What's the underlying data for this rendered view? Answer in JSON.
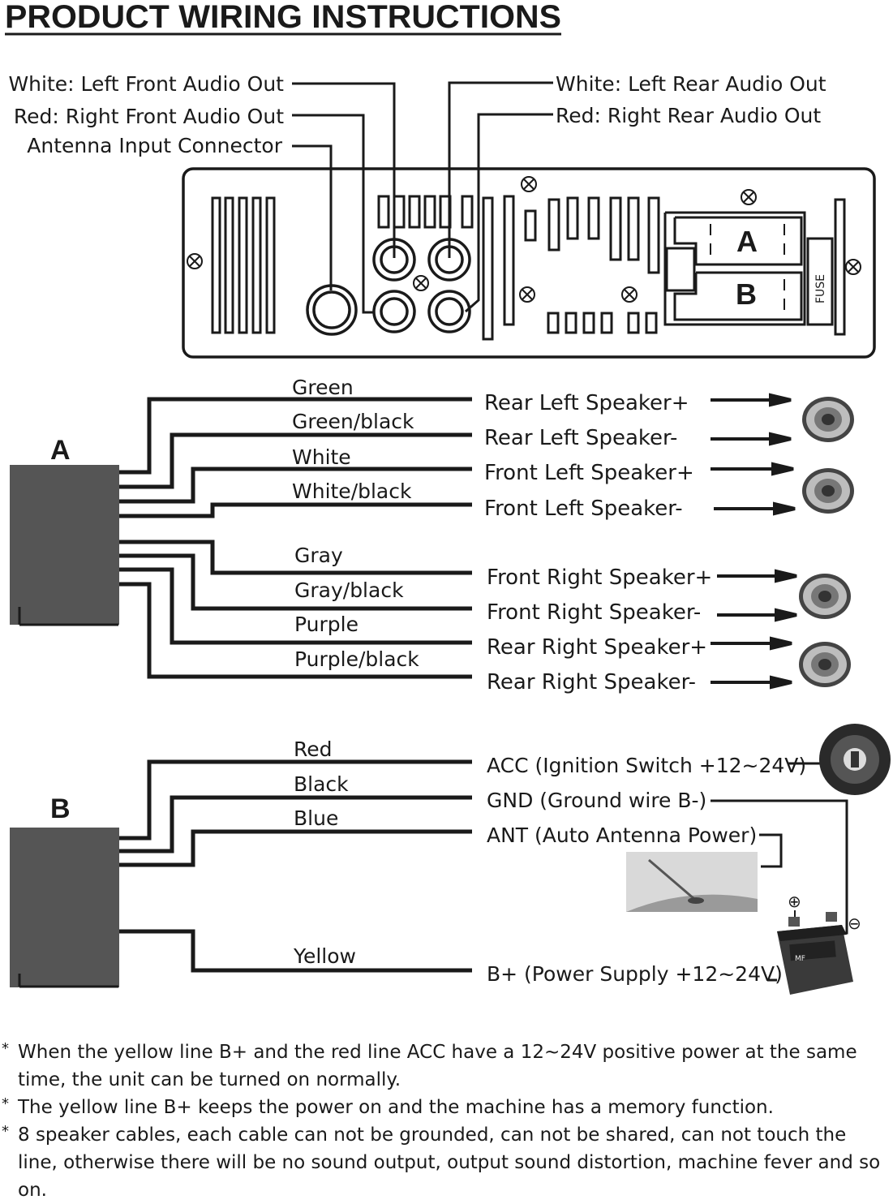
{
  "title": "PRODUCT WIRING INSTRUCTIONS",
  "rear_panel": {
    "left_callouts": [
      "White: Left Front Audio Out",
      "Red: Right Front Audio Out",
      "Antenna Input Connector"
    ],
    "right_callouts": [
      "White: Left Rear Audio Out",
      "Red: Right Rear Audio Out"
    ],
    "socket_a": "A",
    "socket_b": "B",
    "fuse": "FUSE"
  },
  "connector_a": {
    "label": "A",
    "wires": [
      {
        "color": "Green",
        "function": "Rear Left Speaker+"
      },
      {
        "color": "Green/black",
        "function": "Rear Left Speaker-"
      },
      {
        "color": "White",
        "function": "Front Left Speaker+"
      },
      {
        "color": "White/black",
        "function": "Front Left Speaker-"
      },
      {
        "color": "Gray",
        "function": "Front Right Speaker+"
      },
      {
        "color": "Gray/black",
        "function": "Front Right Speaker-"
      },
      {
        "color": "Purple",
        "function": "Rear Right Speaker+"
      },
      {
        "color": "Purple/black",
        "function": "Rear Right Speaker-"
      }
    ]
  },
  "connector_b": {
    "label": "B",
    "wires": [
      {
        "color": "Red",
        "function": "ACC (Ignition Switch +12~24V)"
      },
      {
        "color": "Black",
        "function": "GND (Ground wire B-)"
      },
      {
        "color": "Blue",
        "function": "ANT (Auto Antenna Power)"
      },
      {
        "color": "Yellow",
        "function": "B+ (Power Supply +12~24V)"
      }
    ]
  },
  "battery": {
    "plus": "⊕",
    "minus": "⊖",
    "label": "MF"
  },
  "notes": [
    "When the yellow line B+ and the red line ACC have a 12~24V positive power at the same time, the unit can be turned on normally.",
    "The yellow line B+ keeps the power on and the machine has a memory function.",
    "8 speaker cables, each cable can not be grounded, can not be shared, can not touch the line, otherwise there will be no sound output, output sound distortion, machine fever and so on."
  ],
  "note_marker": "*"
}
